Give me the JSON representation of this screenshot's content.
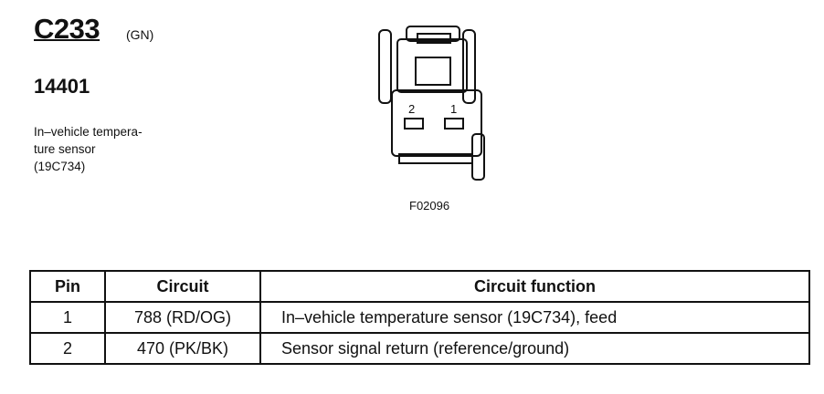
{
  "connector": {
    "id": "C233",
    "color": "(GN)",
    "part_number": "14401",
    "description": "In–vehicle tempera-\nture sensor\n(19C734)"
  },
  "figure": {
    "id": "F02096",
    "pins": [
      "2",
      "1"
    ]
  },
  "table": {
    "headers": [
      "Pin",
      "Circuit",
      "Circuit function"
    ],
    "rows": [
      {
        "pin": "1",
        "circuit": "788 (RD/OG)",
        "function": "In–vehicle temperature sensor (19C734), feed"
      },
      {
        "pin": "2",
        "circuit": "470 (PK/BK)",
        "function": "Sensor signal return (reference/ground)"
      }
    ]
  }
}
